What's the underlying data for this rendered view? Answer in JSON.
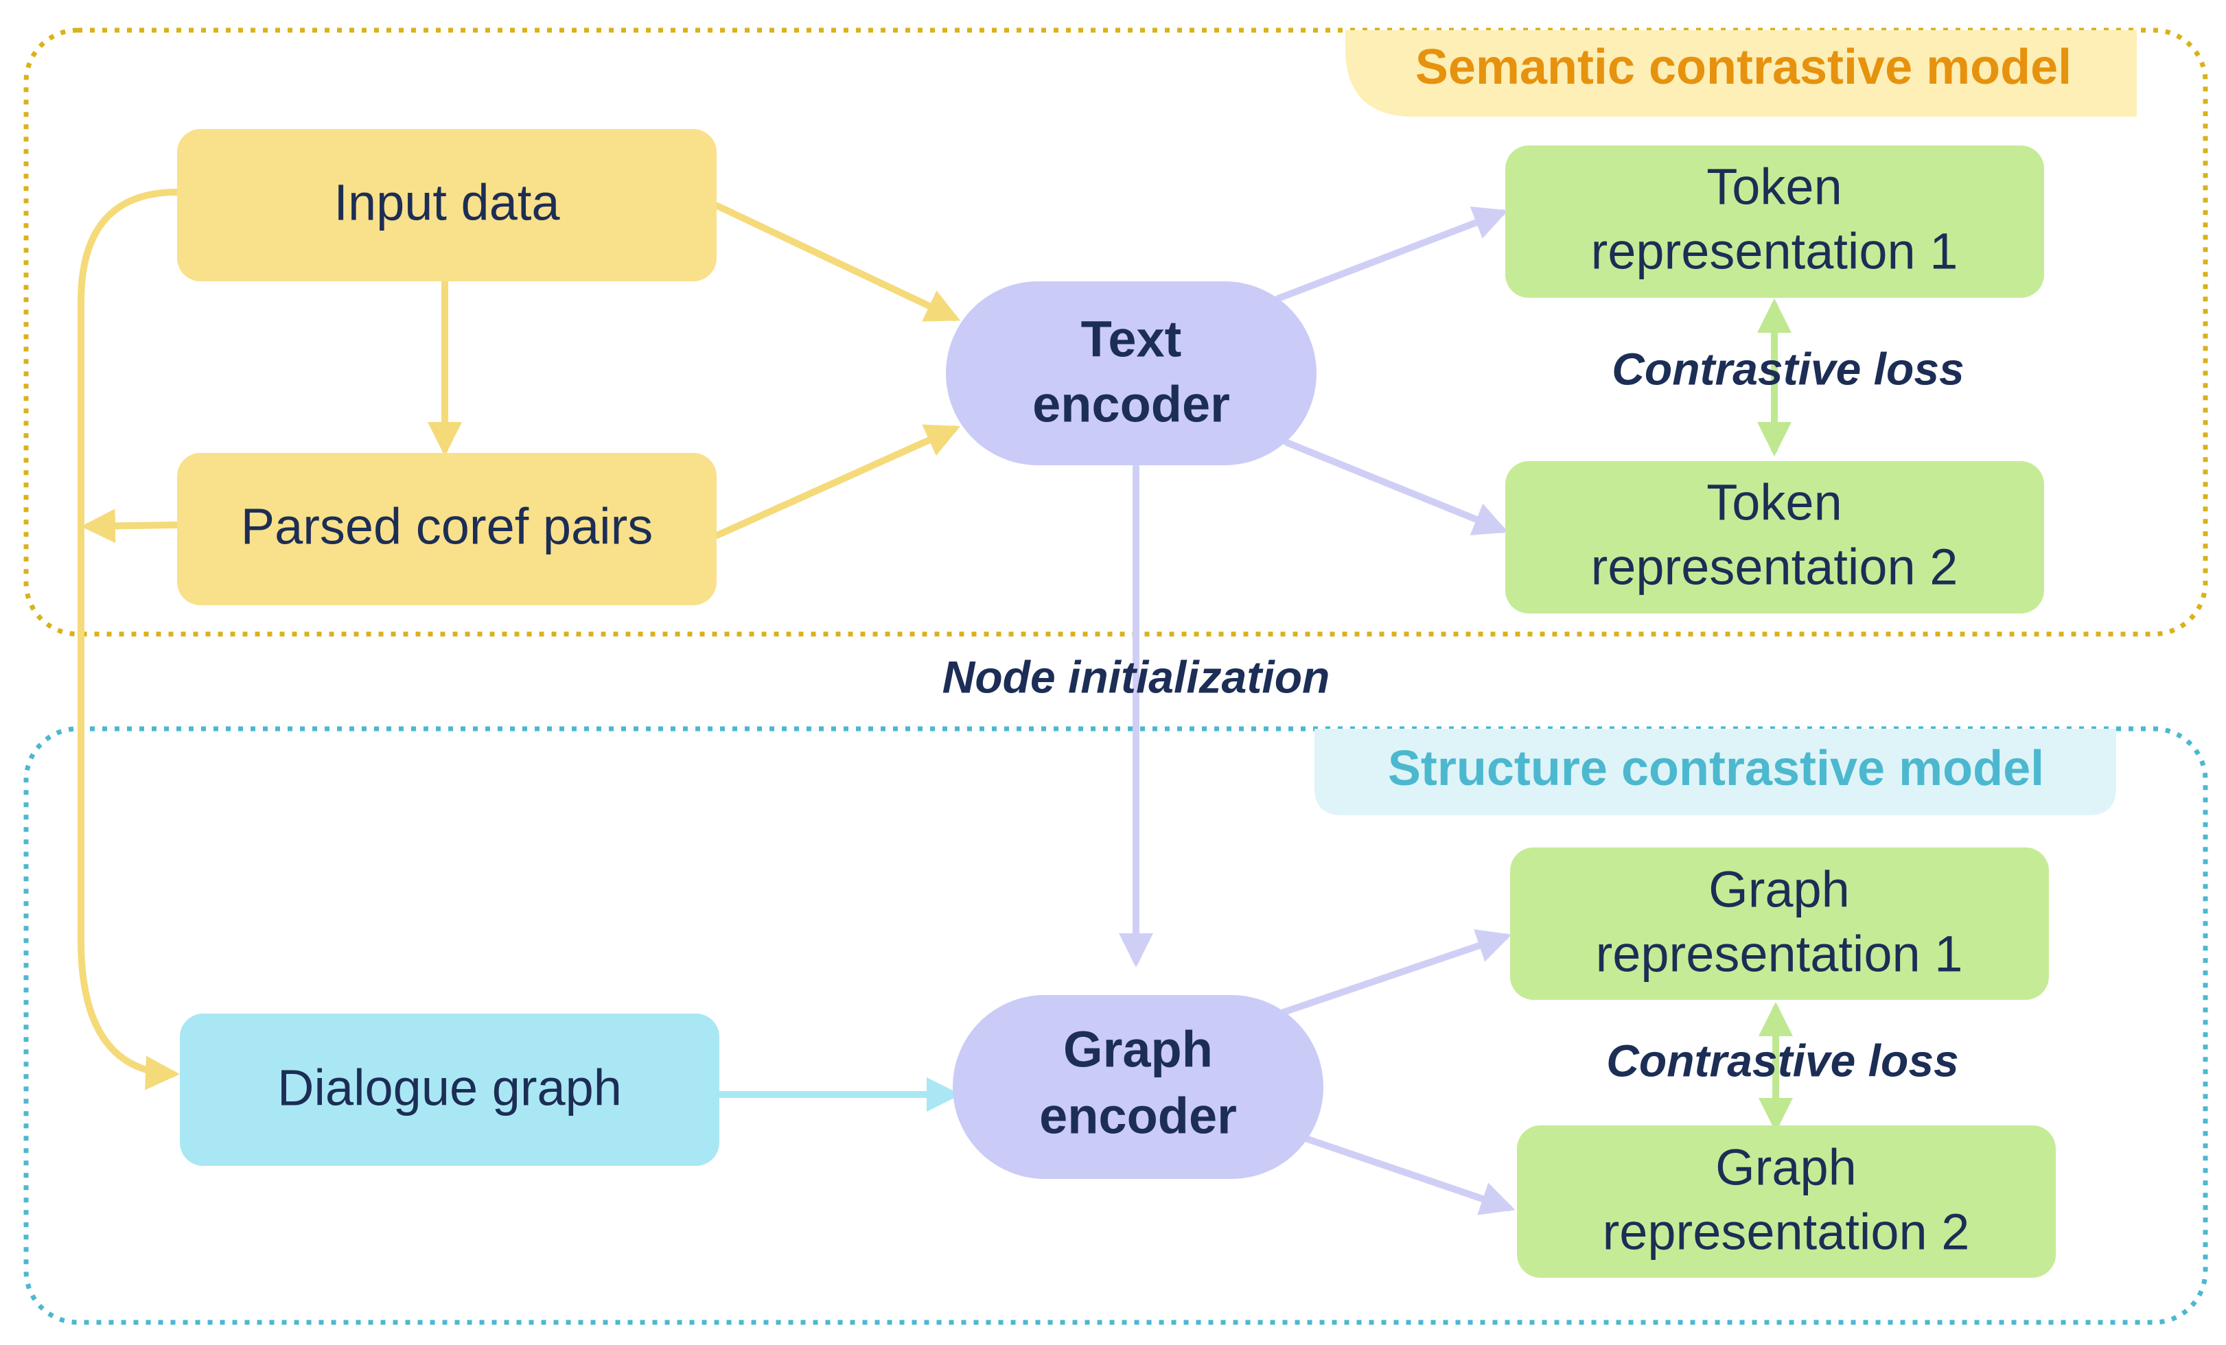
{
  "groups": {
    "semantic": {
      "title": "Semantic contrastive model"
    },
    "structure": {
      "title": "Structure contrastive model"
    }
  },
  "nodes": {
    "input_data": "Input data",
    "parsed_coref_pairs": "Parsed coref pairs",
    "dialogue_graph": "Dialogue graph",
    "text_encoder": [
      "Text",
      "encoder"
    ],
    "graph_encoder": [
      "Graph",
      "encoder"
    ],
    "token_rep_1": [
      "Token",
      "representation 1"
    ],
    "token_rep_2": [
      "Token",
      "representation 2"
    ],
    "graph_rep_1": [
      "Graph",
      "representation 1"
    ],
    "graph_rep_2": [
      "Graph",
      "representation 2"
    ]
  },
  "edge_labels": {
    "node_initialization": "Node initialization",
    "contrastive_loss_top": "Contrastive loss",
    "contrastive_loss_bottom": "Contrastive loss"
  },
  "colors": {
    "semantic_border": "#d9b21a",
    "structure_border": "#4cb8cf",
    "yellow_box": "#f9e08a",
    "blue_box": "#a9e7f4",
    "encoder": "#cbcbf8",
    "green_box": "#c6eb97",
    "yellow_arrow": "#f5da7a",
    "purple_arrow": "#cfcff6",
    "blue_arrow": "#a9e7f4",
    "green_arrow": "#bfe891"
  }
}
